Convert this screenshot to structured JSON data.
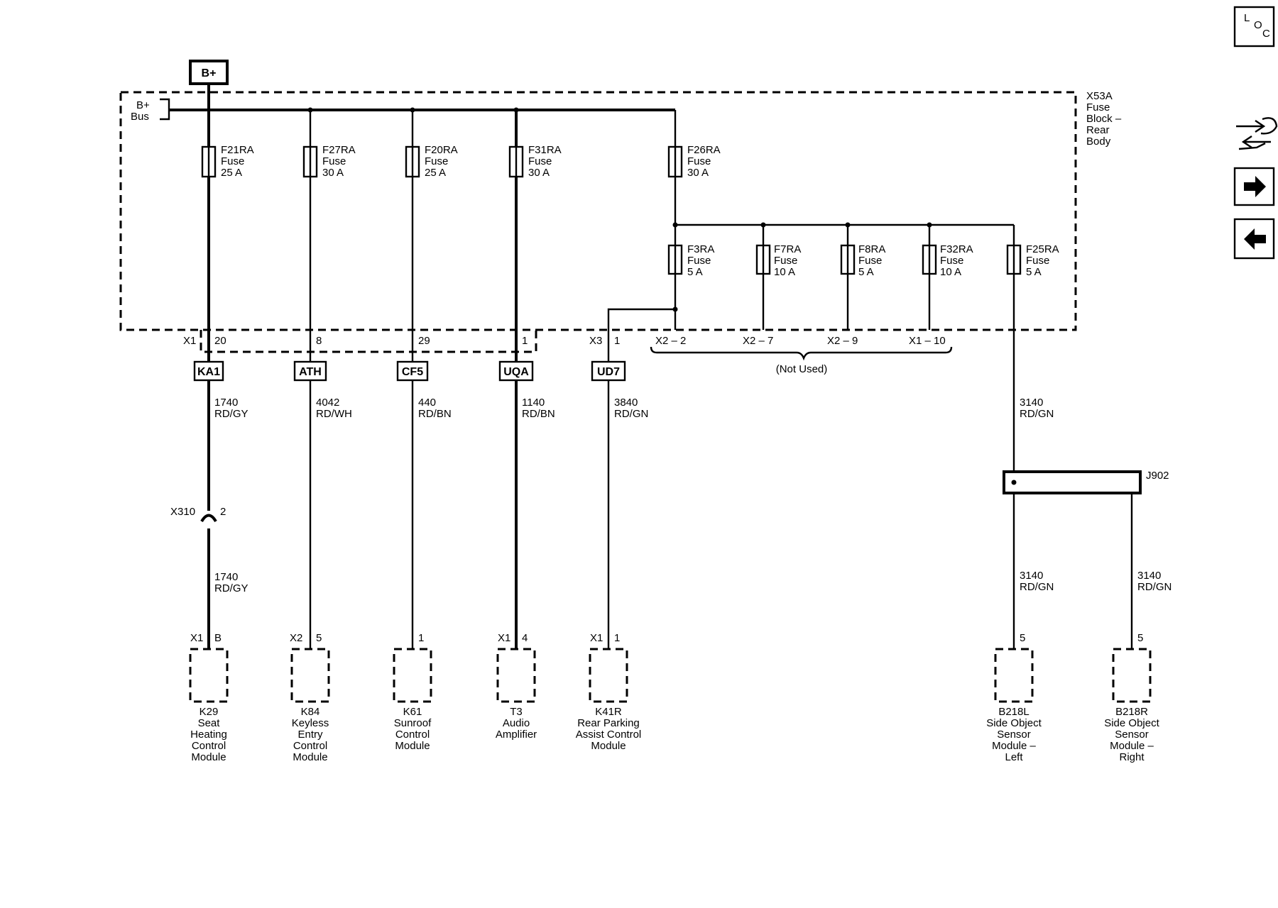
{
  "supply": {
    "label": "B+"
  },
  "bus": {
    "label_line1": "B+",
    "label_line2": "Bus"
  },
  "fuse_block": {
    "lines": [
      "X53A",
      "Fuse",
      "Block –",
      "Rear",
      "Body"
    ]
  },
  "fuses": [
    {
      "lines": [
        "F21RA",
        "Fuse",
        "25 A"
      ]
    },
    {
      "lines": [
        "F27RA",
        "Fuse",
        "30 A"
      ]
    },
    {
      "lines": [
        "F20RA",
        "Fuse",
        "25 A"
      ]
    },
    {
      "lines": [
        "F31RA",
        "Fuse",
        "30 A"
      ]
    },
    {
      "lines": [
        "F26RA",
        "Fuse",
        "30 A"
      ]
    },
    {
      "lines": [
        "F3RA",
        "Fuse",
        "5 A"
      ]
    },
    {
      "lines": [
        "F7RA",
        "Fuse",
        "10 A"
      ]
    },
    {
      "lines": [
        "F8RA",
        "Fuse",
        "5 A"
      ]
    },
    {
      "lines": [
        "F32RA",
        "Fuse",
        "10 A"
      ]
    },
    {
      "lines": [
        "F25RA",
        "Fuse",
        "5 A"
      ]
    }
  ],
  "connector_x1": {
    "name": "X1",
    "pins": [
      "20",
      "8",
      "29",
      "1"
    ]
  },
  "connector_x3": {
    "name": "X3",
    "pin": "1"
  },
  "unused_pins": [
    "X2 – 2",
    "X2 – 7",
    "X2 – 9",
    "X1 – 10"
  ],
  "not_used_label": "(Not Used)",
  "circuit_codes": [
    "KA1",
    "ATH",
    "CF5",
    "UQA",
    "UD7"
  ],
  "wires": [
    {
      "num": "1740",
      "color": "RD/GY"
    },
    {
      "num": "4042",
      "color": "RD/WH"
    },
    {
      "num": "440",
      "color": "RD/BN"
    },
    {
      "num": "1140",
      "color": "RD/BN"
    },
    {
      "num": "3840",
      "color": "RD/GN"
    },
    {
      "num": "3140",
      "color": "RD/GN"
    }
  ],
  "inline_connector": {
    "name": "X310",
    "pin": "2",
    "wire_num": "1740",
    "wire_color": "RD/GY"
  },
  "splice": {
    "name": "J902",
    "out_left": {
      "num": "3140",
      "color": "RD/GN"
    },
    "out_right": {
      "num": "3140",
      "color": "RD/GN"
    }
  },
  "module_pins": [
    {
      "conn": "X1",
      "pin": "B"
    },
    {
      "conn": "X2",
      "pin": "5"
    },
    {
      "conn": "",
      "pin": "1"
    },
    {
      "conn": "X1",
      "pin": "4"
    },
    {
      "conn": "X1",
      "pin": "1"
    },
    {
      "conn": "",
      "pin": "5"
    },
    {
      "conn": "",
      "pin": "5"
    }
  ],
  "modules": [
    {
      "lines": [
        "K29",
        "Seat",
        "Heating",
        "Control",
        "Module"
      ]
    },
    {
      "lines": [
        "K84",
        "Keyless",
        "Entry",
        "Control",
        "Module"
      ]
    },
    {
      "lines": [
        "K61",
        "Sunroof",
        "Control",
        "Module"
      ]
    },
    {
      "lines": [
        "T3",
        "Audio",
        "Amplifier"
      ]
    },
    {
      "lines": [
        "K41R",
        "Rear Parking",
        "Assist Control",
        "Module"
      ]
    },
    {
      "lines": [
        "B218L",
        "Side Object",
        "Sensor",
        "Module –",
        "Left"
      ]
    },
    {
      "lines": [
        "B218R",
        "Side Object",
        "Sensor",
        "Module –",
        "Right"
      ]
    }
  ],
  "nav": {
    "loc_letters": [
      "L",
      "O",
      "C"
    ],
    "icons": [
      "connector-end-view-icon",
      "arrow-right-icon",
      "arrow-left-icon"
    ]
  }
}
